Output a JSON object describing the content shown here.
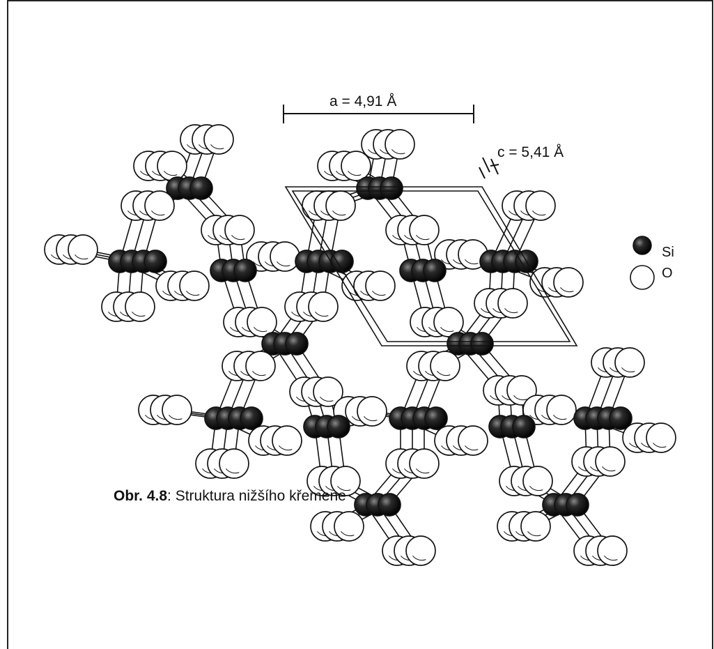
{
  "figure": {
    "dimension_a": "a = 4,91 Å",
    "dimension_c": "c = 5,41 Å"
  },
  "legend": [
    {
      "symbol": "black sphere",
      "label": "Si"
    },
    {
      "symbol": "white sphere",
      "label": "O"
    }
  ],
  "caption": {
    "prefix": "Obr. 4.8",
    "text": ": Struktura nižšího křemene"
  },
  "colors": {
    "si": "#1a1a1a",
    "o": "#ffffff",
    "line": "#111111"
  }
}
